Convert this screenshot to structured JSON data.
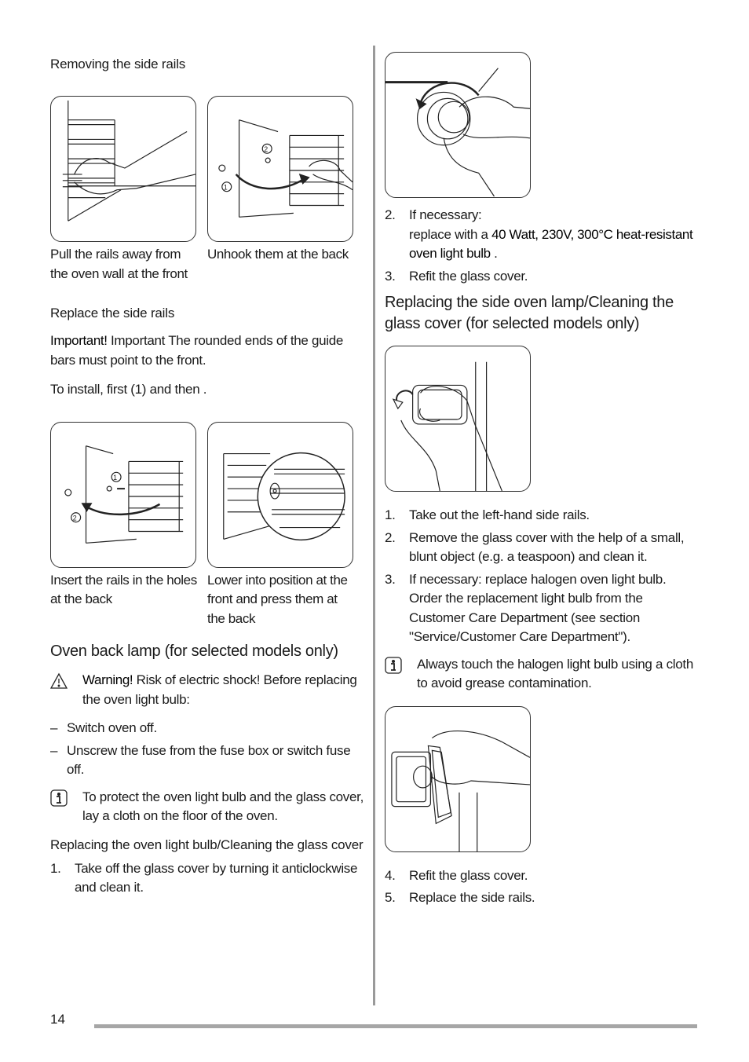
{
  "left": {
    "removing_title": "Removing the side rails",
    "fig1_caption": "Pull the rails away from the oven wall at the front",
    "fig2_caption": "Unhook them at the back",
    "replace_title": "Replace the side rails",
    "important_label": "Important!",
    "important_text": "Important The rounded ends of the guide bars must point to the front.",
    "install_text": "To install, first (1) and then .",
    "fig3_caption": "Insert the rails in the holes at the back",
    "fig4_caption": "Lower into position at the front and press them at the back",
    "lamp_heading": "Oven back lamp (for selected models only)",
    "warning_label": "Warning!",
    "warning_text": "Risk of electric shock! Before replacing the oven light bulb:",
    "dash_items": [
      "Switch oven off.",
      "Unscrew the fuse from the fuse box or switch fuse off."
    ],
    "info1_text": "To protect the oven light bulb and the glass cover, lay a cloth on the floor of the oven.",
    "replacing_bulb_title": "Replacing the oven light bulb/Cleaning the glass cover",
    "step1_num": "1.",
    "step1_text": "Take off the glass cover by turning it anticlockwise and clean it."
  },
  "right": {
    "step2_num": "2.",
    "step2_line1": "If necessary:",
    "step2_line2_prefix": "replace with a ",
    "step2_highlight": "40 Watt, 230V, 300°C heat-resistant oven light bulb",
    "step2_suffix": " .",
    "step3_num": "3.",
    "step3_text": "Refit the glass cover.",
    "side_heading": "Replacing the side oven lamp/Cleaning the glass cover (for selected models only)",
    "side_steps": [
      {
        "num": "1.",
        "text": "Take out the left-hand side rails."
      },
      {
        "num": "2.",
        "text": "Remove the glass cover with the help of a small, blunt object (e.g. a teaspoon) and clean it."
      },
      {
        "num": "3.",
        "text": "If necessary: replace halogen oven light bulb. Order the replacement light bulb from the Customer Care Department (see section \"Service/Customer Care Department\")."
      }
    ],
    "info2_text": "Always touch the halogen light bulb using a cloth to avoid grease contamination.",
    "final_steps": [
      {
        "num": "4.",
        "text": "Refit the glass cover."
      },
      {
        "num": "5.",
        "text": "Replace the side rails."
      }
    ]
  },
  "footer": {
    "page_number": "14"
  },
  "icons": {
    "warning": "warning-triangle-icon",
    "info": "info-icon"
  },
  "colors": {
    "text": "#1a1a1a",
    "rule": "#a6a6a6",
    "divider": "#9a9a9a"
  }
}
